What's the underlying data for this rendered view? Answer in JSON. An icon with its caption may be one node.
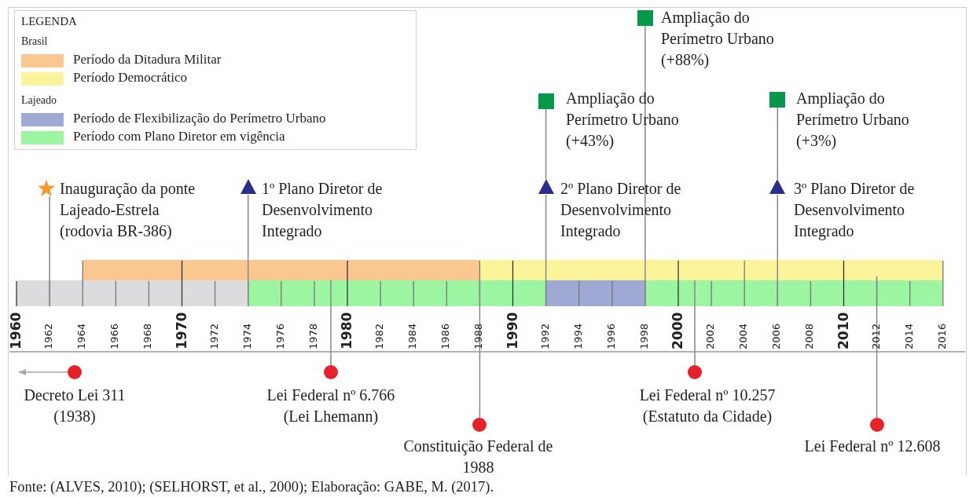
{
  "diagram": {
    "caption": "Fonte: (ALVES, 2010); (SELHORST, et al., 2000); Elaboração: GABE, M. (2017).",
    "nodes": [
      {
        "text": [
          "Inauguração da ponte Lajeado-Estrela (rodovia BR-386)"
        ]
      },
      {
        "text": [
          "1º Plano Diretor de Desenvolvimento Integrado"
        ]
      },
      {
        "text": [
          "Ampliação do Perímetro Urbano (+43%)"
        ]
      },
      {
        "text": [
          "2º Plano Diretor de Desenvolvimento Integrado"
        ]
      },
      {
        "text": [
          "Ampliação do Perímetro Urbano (+88%)"
        ]
      },
      {
        "text": [
          "Ampliação do Perímetro Urbano (+3%)"
        ]
      },
      {
        "text": [
          "3º Plano Diretor de Desenvolvimento Integrado"
        ]
      },
      {
        "text": [
          "Decreto Lei 311 (1938)"
        ]
      },
      {
        "text": [
          "Lei Federal nº 6.766 (Lei Lhemann)"
        ]
      },
      {
        "text": [
          "Constituição Federal de 1988"
        ]
      },
      {
        "text": [
          "Lei Federal nº 10.257 (Estatuto da Cidade)"
        ]
      },
      {
        "text": [
          "Lei Federal nº 12.608"
        ]
      }
    ],
    "edges": [
      {
        "from": 0,
        "to": null,
        "arrow": "none"
      },
      {
        "from": 1,
        "to": null,
        "arrow": "none"
      },
      {
        "from": 2,
        "to": 3,
        "arrow": "none"
      },
      {
        "from": 3,
        "to": null,
        "arrow": "none"
      },
      {
        "from": 4,
        "to": null,
        "arrow": "none"
      },
      {
        "from": 5,
        "to": 6,
        "arrow": "none"
      },
      {
        "from": 6,
        "to": null,
        "arrow": "none"
      },
      {
        "from": 7,
        "to": null,
        "arrow": "to",
        "color": "#aaaaaa"
      },
      {
        "from": 8,
        "to": null,
        "arrow": "none"
      },
      {
        "from": 9,
        "to": null,
        "arrow": "none"
      },
      {
        "from": 10,
        "to": null,
        "arrow": "none"
      },
      {
        "from": 11,
        "to": null,
        "arrow": "none"
      }
    ],
    "labels": [
      "LEGENDA",
      "Brasil",
      "Lajeado",
      "1960",
      "1962",
      "1964",
      "1966",
      "1968",
      "1970",
      "1972",
      "1974",
      "1976",
      "1978",
      "1980",
      "1982",
      "1984",
      "1986",
      "1988",
      "1990",
      "1992",
      "1994",
      "1996",
      "1998",
      "2000",
      "2002",
      "2004",
      "2006",
      "2008",
      "2010",
      "2012",
      "2014",
      "2016"
    ],
    "legend": [
      {
        "text": "Período da Ditadura Militar",
        "color": "#f9c78f"
      },
      {
        "text": "Período Democrático",
        "color": "#fbf49a"
      },
      {
        "text": "Período de Flexibilização do Perímetro Urbano",
        "color": "#9ea9d4"
      },
      {
        "text": "Período com Plano Diretor em vigência",
        "color": "#9bf5a1"
      }
    ]
  }
}
